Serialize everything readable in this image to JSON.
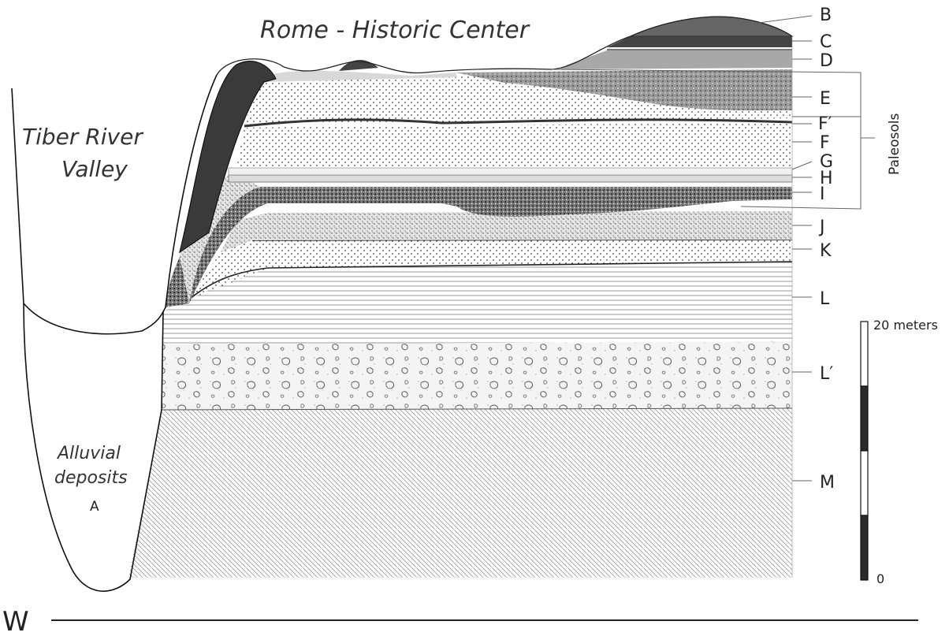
{
  "title": "Rome - Historic Center",
  "valley_label": {
    "line1": "Tiber River",
    "line2": "Valley"
  },
  "alluvial_label": {
    "line1": "Alluvial",
    "line2": "deposits",
    "line3": "A"
  },
  "layers": [
    "B",
    "C",
    "D",
    "E",
    "F′",
    "F",
    "G",
    "H",
    "I",
    "J",
    "K",
    "L",
    "L′",
    "M"
  ],
  "paleosols_label": "Paleosols",
  "scale": {
    "top": "20 meters",
    "bottom": "0"
  },
  "direction": "W"
}
